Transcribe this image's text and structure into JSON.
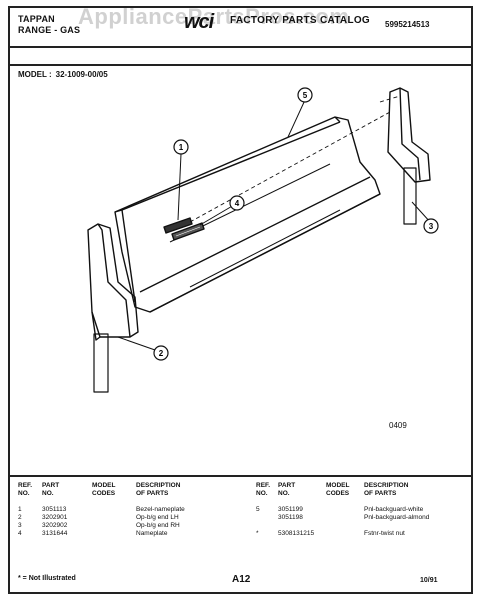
{
  "header": {
    "brand_line1": "TAPPAN",
    "brand_line2": "RANGE - GAS",
    "logo": "wci",
    "catalog_title": "FACTORY PARTS CATALOG",
    "watermark": "AppliancePartsPros.com",
    "publication_number": "5995214513"
  },
  "model": {
    "label": "MODEL :",
    "value": "32-1009-00/05"
  },
  "diagram": {
    "callouts": [
      "1",
      "2",
      "3",
      "4",
      "5"
    ],
    "code": "0409"
  },
  "table_left": {
    "headers": [
      "REF.\nNO.",
      "PART\nNO.",
      "MODEL\nCODES",
      "DESCRIPTION\nOF PARTS"
    ],
    "rows": [
      [
        "1",
        "3051113",
        "",
        "Bezel-nameplate"
      ],
      [
        "2",
        "3202901",
        "",
        "Op-b/g end LH"
      ],
      [
        "3",
        "3202902",
        "",
        "Op-b/g end RH"
      ],
      [
        "4",
        "3131644",
        "",
        "Nameplate"
      ]
    ]
  },
  "table_right": {
    "headers": [
      "REF.\nNO.",
      "PART\nNO.",
      "MODEL\nCODES",
      "DESCRIPTION\nOF PARTS"
    ],
    "rows": [
      [
        "5",
        "3051199",
        "",
        "Pnl-backguard-white"
      ],
      [
        "",
        "3051198",
        "",
        "Pnl-backguard-almond"
      ],
      [
        "*",
        "5308131215",
        "",
        "Fstnr-twist nut"
      ]
    ]
  },
  "footer": {
    "note": "* = Not Illustrated",
    "page": "A12",
    "date": "10/91"
  }
}
